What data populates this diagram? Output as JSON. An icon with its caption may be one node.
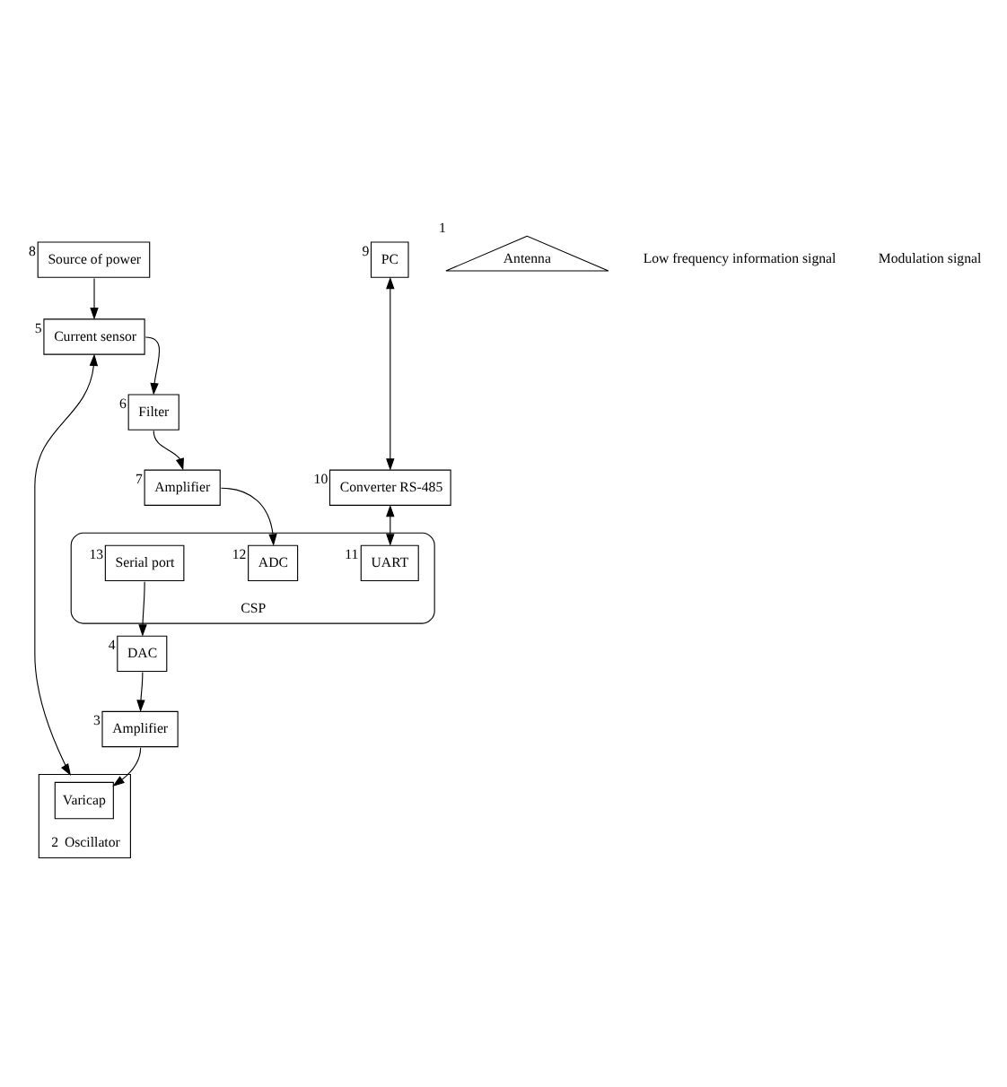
{
  "diagram": {
    "nodes": [
      {
        "text": [
          "Source of power"
        ],
        "beside": [
          "8"
        ]
      },
      {
        "text": [
          "PC"
        ],
        "beside": [
          "9"
        ]
      },
      {
        "text": [
          "Converter RS-485"
        ],
        "beside": [
          "10"
        ]
      },
      {
        "text": [
          "CSP"
        ]
      },
      {
        "text": [
          "UART"
        ],
        "beside": [
          "11"
        ],
        "in": 3
      },
      {
        "text": [
          "ADC"
        ],
        "beside": [
          "12"
        ],
        "in": 3
      },
      {
        "text": [
          "Serial port"
        ],
        "beside": [
          "13"
        ],
        "in": 3
      },
      {
        "text": [
          "Current sensor"
        ],
        "beside": [
          "5"
        ]
      },
      {
        "text": [
          "Filter"
        ],
        "beside": [
          "6"
        ]
      },
      {
        "text": [
          "Amplifier"
        ],
        "beside": [
          "7"
        ]
      },
      {
        "text": [
          "Antenna"
        ],
        "beside": [
          "1"
        ]
      },
      {
        "text": [
          "Oscillator"
        ],
        "beside": [
          "2"
        ]
      },
      {
        "text": [
          "Varicap"
        ],
        "in": 11
      },
      {
        "text": [
          "Amplifier"
        ],
        "beside": [
          "3"
        ]
      },
      {
        "text": [
          "DAC"
        ],
        "beside": [
          "4"
        ]
      }
    ],
    "edges": [
      {
        "from": 0,
        "to": 7,
        "arrow": "to"
      },
      {
        "from": 1,
        "to": 2,
        "arrow": "both"
      },
      {
        "from": 2,
        "to": 4,
        "arrow": "both"
      },
      {
        "from": 7,
        "to": 11,
        "arrow": "both"
      },
      {
        "from": 7,
        "to": 8,
        "arrow": "to"
      },
      {
        "from": 8,
        "to": 9,
        "arrow": "to"
      },
      {
        "from": 9,
        "to": 5,
        "arrow": "to"
      },
      {
        "from": 6,
        "to": 14,
        "arrow": "to"
      },
      {
        "from": 14,
        "to": 13,
        "arrow": "to"
      },
      {
        "from": 13,
        "to": 12,
        "arrow": "to"
      }
    ],
    "labels": [
      "Low frequency information signal",
      "Modulation signal"
    ]
  }
}
